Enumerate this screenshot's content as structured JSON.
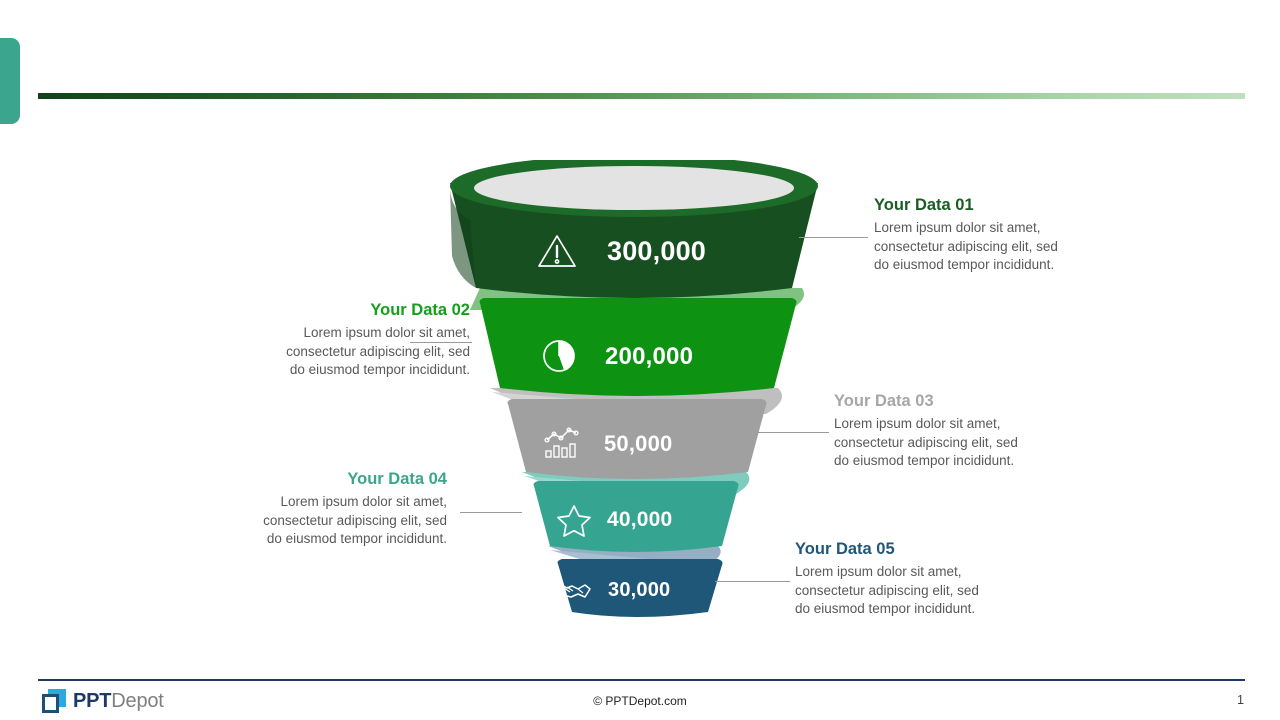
{
  "slide": {
    "accent_tab_color": "#3BA58E",
    "rule_gradient_from": "#12431A",
    "rule_gradient_to": "#BFE0BE"
  },
  "funnel": {
    "type": "funnel",
    "title": "",
    "top_cap_color": "#E3E3E3",
    "stages": [
      {
        "id": "stage-1",
        "value_label": "300,000",
        "value": 300000,
        "band_color": "#174F21",
        "rim_color": "#1D6B28",
        "ribbon_color": "#7FC282",
        "icon": "warning-triangle-icon",
        "callout_title": "Your Data 01",
        "callout_body": "Lorem ipsum dolor sit amet,\nconsectetur adipiscing elit, sed\ndo eiusmod tempor incididunt.",
        "callout_side": "right",
        "title_color": "#1A5C24"
      },
      {
        "id": "stage-2",
        "value_label": "200,000",
        "value": 200000,
        "band_color": "#0D9311",
        "rim_color": "#0D9311",
        "ribbon_color": "#BFBFBF",
        "icon": "pie-chart-icon",
        "callout_title": "Your Data 02",
        "callout_body": "Lorem ipsum dolor sit amet,\nconsectetur adipiscing elit, sed\ndo eiusmod tempor incididunt.",
        "callout_side": "left",
        "title_color": "#13A019"
      },
      {
        "id": "stage-3",
        "value_label": "50,000",
        "value": 50000,
        "band_color": "#A0A0A0",
        "rim_color": "#A0A0A0",
        "ribbon_color": "#7FCBBD",
        "icon": "bar-line-chart-icon",
        "callout_title": "Your Data 03",
        "callout_body": "Lorem ipsum dolor sit amet,\nconsectetur adipiscing elit, sed\ndo eiusmod tempor incididunt.",
        "callout_side": "right",
        "title_color": "#A6A6A6"
      },
      {
        "id": "stage-4",
        "value_label": "40,000",
        "value": 40000,
        "band_color": "#35A491",
        "rim_color": "#35A491",
        "ribbon_color": "#94AFC4",
        "icon": "star-icon",
        "callout_title": "Your Data 04",
        "callout_body": "Lorem ipsum dolor sit amet,\nconsectetur adipiscing elit, sed\ndo eiusmod tempor incididunt.",
        "callout_side": "left",
        "title_color": "#3BA58E"
      },
      {
        "id": "stage-5",
        "value_label": "30,000",
        "value": 30000,
        "band_color": "#1F5779",
        "rim_color": "#1F5779",
        "ribbon_color": "#94AFC4",
        "icon": "handshake-icon",
        "callout_title": "Your Data 05",
        "callout_body": "Lorem ipsum dolor sit amet,\nconsectetur adipiscing elit, sed\ndo eiusmod tempor incididunt.",
        "callout_side": "right",
        "title_color": "#1F5779"
      }
    ]
  },
  "footer": {
    "logo_primary": "PPT",
    "logo_secondary": "Depot",
    "copyright": "© PPTDepot.com",
    "page_number": "1"
  }
}
